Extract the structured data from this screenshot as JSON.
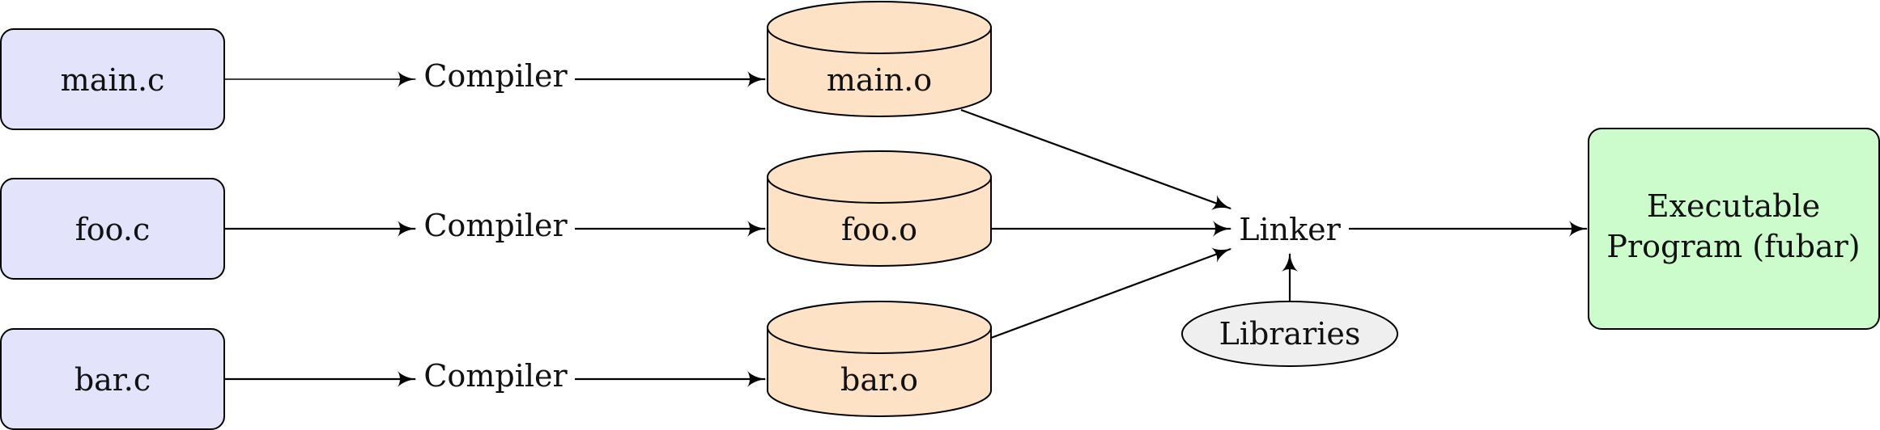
{
  "colors": {
    "source_fill": "#e3e3fb",
    "object_fill": "#fde2c6",
    "library_fill": "#efefef",
    "output_fill": "#ccfccc",
    "stroke": "#000000"
  },
  "sources": [
    {
      "label": "main.c"
    },
    {
      "label": "foo.c"
    },
    {
      "label": "bar.c"
    }
  ],
  "compilers": [
    {
      "label": "Compiler"
    },
    {
      "label": "Compiler"
    },
    {
      "label": "Compiler"
    }
  ],
  "objects": [
    {
      "label": "main.o"
    },
    {
      "label": "foo.o"
    },
    {
      "label": "bar.o"
    }
  ],
  "linker": {
    "label": "Linker"
  },
  "libraries": {
    "label": "Libraries"
  },
  "output": {
    "line1": "Executable",
    "line2": "Program (fubar)"
  }
}
